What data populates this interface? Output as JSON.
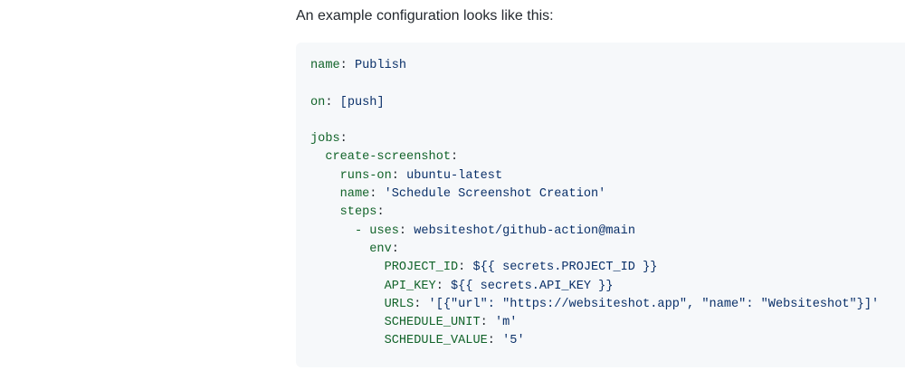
{
  "intro_text": "An example configuration looks like this:",
  "code": {
    "lines": [
      {
        "indent": "",
        "dash": "",
        "key": "name",
        "sep": ": ",
        "value": "Publish"
      },
      {
        "indent": "",
        "dash": "",
        "key": "",
        "sep": "",
        "value": ""
      },
      {
        "indent": "",
        "dash": "",
        "key": "on",
        "sep": ": ",
        "value": "[push]"
      },
      {
        "indent": "",
        "dash": "",
        "key": "",
        "sep": "",
        "value": ""
      },
      {
        "indent": "",
        "dash": "",
        "key": "jobs",
        "sep": ":",
        "value": ""
      },
      {
        "indent": "  ",
        "dash": "",
        "key": "create-screenshot",
        "sep": ":",
        "value": ""
      },
      {
        "indent": "    ",
        "dash": "",
        "key": "runs-on",
        "sep": ": ",
        "value": "ubuntu-latest"
      },
      {
        "indent": "    ",
        "dash": "",
        "key": "name",
        "sep": ": ",
        "value": "'Schedule Screenshot Creation'"
      },
      {
        "indent": "    ",
        "dash": "",
        "key": "steps",
        "sep": ":",
        "value": ""
      },
      {
        "indent": "      ",
        "dash": "- ",
        "key": "uses",
        "sep": ": ",
        "value": "websiteshot/github-action@main"
      },
      {
        "indent": "        ",
        "dash": "",
        "key": "env",
        "sep": ":",
        "value": ""
      },
      {
        "indent": "          ",
        "dash": "",
        "key": "PROJECT_ID",
        "sep": ": ",
        "value": "${{ secrets.PROJECT_ID }}"
      },
      {
        "indent": "          ",
        "dash": "",
        "key": "API_KEY",
        "sep": ": ",
        "value": "${{ secrets.API_KEY }}"
      },
      {
        "indent": "          ",
        "dash": "",
        "key": "URLS",
        "sep": ": ",
        "value": "'[{\"url\": \"https://websiteshot.app\", \"name\": \"Websiteshot\"}]'"
      },
      {
        "indent": "          ",
        "dash": "",
        "key": "SCHEDULE_UNIT",
        "sep": ": ",
        "value": "'m'"
      },
      {
        "indent": "          ",
        "dash": "",
        "key": "SCHEDULE_VALUE",
        "sep": ": ",
        "value": "'5'"
      }
    ]
  },
  "colors": {
    "key": "#116329",
    "value": "#0a3069",
    "text": "#24292f",
    "code_background": "#f6f8fa"
  }
}
